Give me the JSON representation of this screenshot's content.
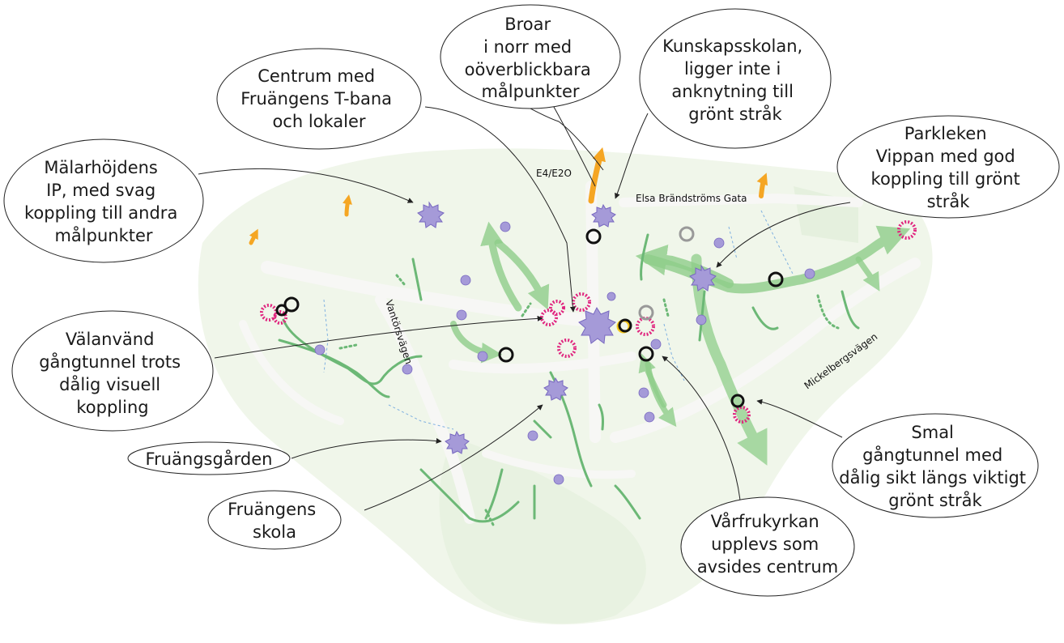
{
  "streets": {
    "e4": "E4/E2O",
    "elsa": "Elsa Brändströms Gata",
    "vantor": "Vantörsvägen",
    "mickelberg": "Mickelbergsvägen"
  },
  "callouts": {
    "broar": [
      "Broar",
      "i norr med",
      "oöverblickbara",
      "målpunkter"
    ],
    "centrum": [
      "Centrum med",
      "Fruängens T-bana",
      "och lokaler"
    ],
    "kunskap": [
      "Kunskapsskolan,",
      "ligger inte i",
      "anknytning till",
      "grönt stråk"
    ],
    "malarhojd": [
      "Mälarhöjdens",
      "IP, med svag",
      "koppling till andra",
      "målpunkter"
    ],
    "parkleken": [
      "Parkleken",
      "Vippan med god",
      "koppling till grönt",
      "stråk"
    ],
    "valanvand": [
      "Välanvänd",
      "gångtunnel trots",
      "dålig visuell",
      "koppling"
    ],
    "fruangsgarden": [
      "Fruängsgården"
    ],
    "skola": [
      "Fruängens",
      "skola"
    ],
    "smal": [
      "Smal",
      "gångtunnel med",
      "dålig sikt längs viktigt",
      "grönt stråk"
    ],
    "varfru": [
      "Vårfrukyrkan",
      "upplevs som",
      "avsides centrum"
    ]
  },
  "colors": {
    "background_green": "#eef5e8",
    "road": "#f4f4f2",
    "green_path": "#8fce8a",
    "dark_green": "#5fae6a",
    "arrow_orange": "#f5a623",
    "target_purple": "#a59ad8",
    "magenta": "#e0267f",
    "blue_dash": "#7fb0e0"
  }
}
